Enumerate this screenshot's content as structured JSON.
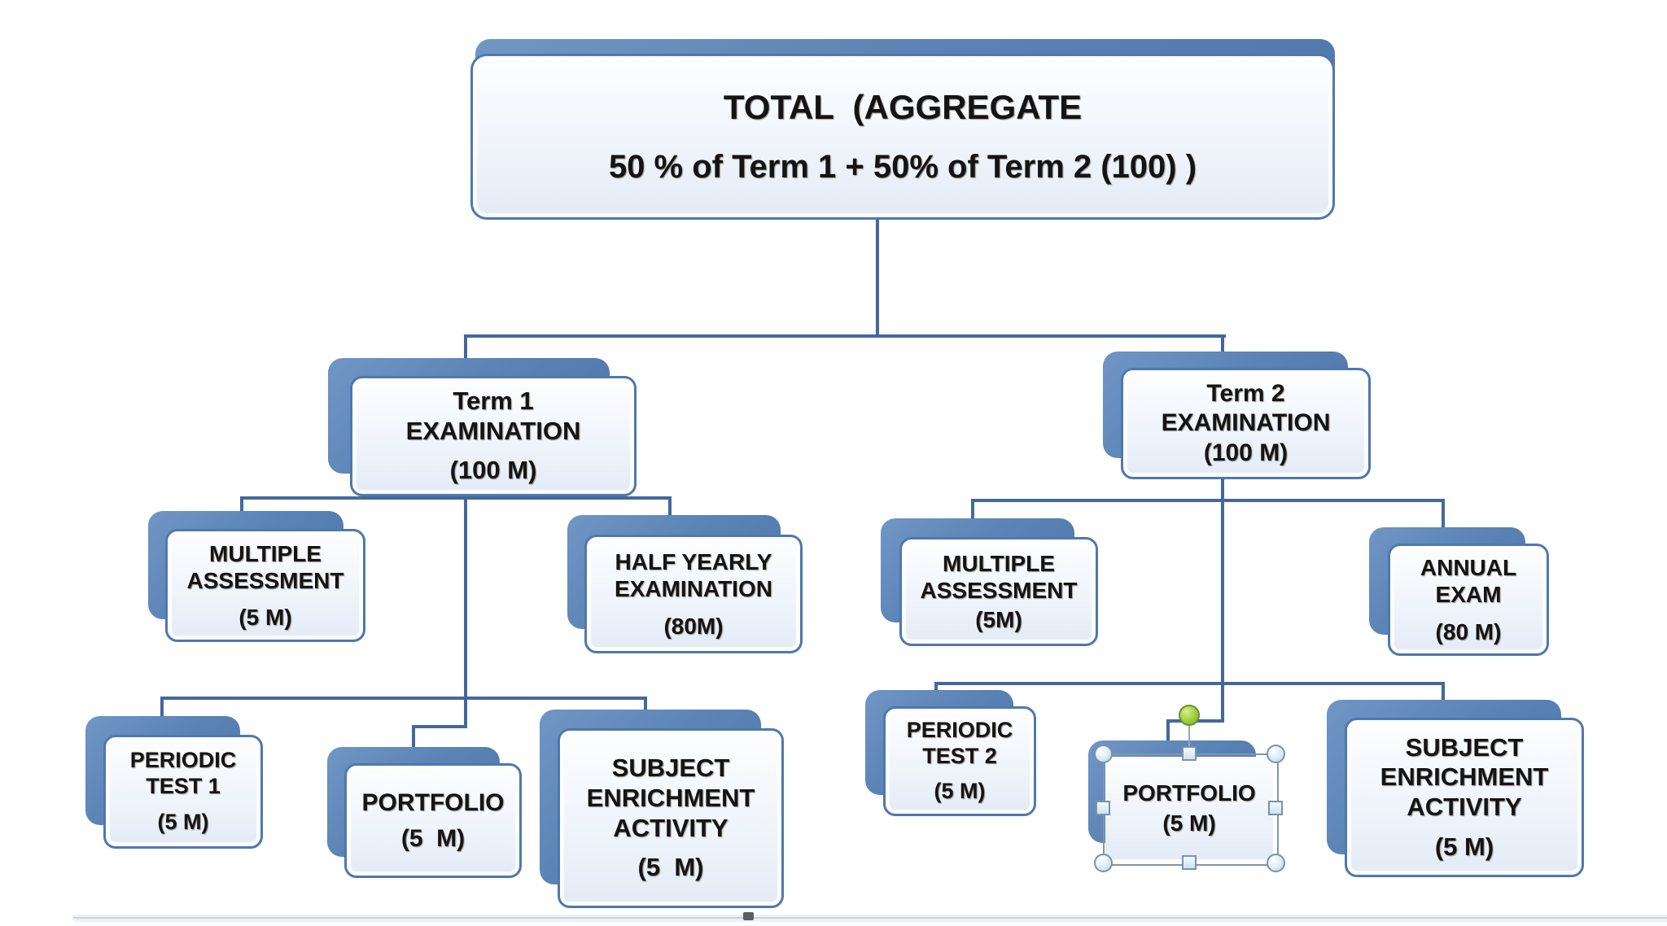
{
  "page": {
    "background": "#ffffff"
  },
  "colors": {
    "box_shadow_blue": "#5b83b5",
    "box_border_blue": "#4f78ad",
    "box_fill_light": "#eef3fb",
    "connector_blue": "#44689c",
    "text_color": "#141414",
    "selection_border": "#8096ad",
    "rotation_handle_green": "#8cc63f"
  },
  "nodes": {
    "root": {
      "line1": "TOTAL  (AGGREGATE",
      "line2": "50 % of Term 1 + 50% of Term 2 (100) )"
    },
    "term1": {
      "l1": "Term 1",
      "l2": "EXAMINATION",
      "marks": "(100 M)"
    },
    "term2": {
      "l1": "Term 2",
      "l2": "EXAMINATION",
      "marks": "(100 M)"
    },
    "multiple_assessment_1": {
      "l1": "MULTIPLE",
      "l2": "ASSESSMENT",
      "marks": "(5 M)"
    },
    "half_yearly_examination": {
      "l1": "HALF YEARLY",
      "l2": "EXAMINATION",
      "marks": "(80M)"
    },
    "periodic_test_1": {
      "l1": "PERIODIC",
      "l2": "TEST 1",
      "marks": "(5 M)"
    },
    "portfolio_1": {
      "l1": "PORTFOLIO",
      "marks": "(5  M)"
    },
    "subject_enrichment_1": {
      "l1": "SUBJECT",
      "l2": "ENRICHMENT",
      "l3": "ACTIVITY",
      "marks": "(5  M)"
    },
    "multiple_assessment_2": {
      "l1": "MULTIPLE",
      "l2": "ASSESSMENT",
      "marks": "(5M)"
    },
    "annual_exam": {
      "l1": "ANNUAL",
      "l2": "EXAM",
      "marks": "(80 M)"
    },
    "periodic_test_2": {
      "l1": "PERIODIC",
      "l2": "TEST 2",
      "marks": "(5 M)"
    },
    "portfolio_2": {
      "l1": "PORTFOLIO",
      "marks": "(5 M)"
    },
    "subject_enrichment_2": {
      "l1": "SUBJECT",
      "l2": "ENRICHMENT",
      "l3": "ACTIVITY",
      "marks": "(5 M)"
    }
  }
}
